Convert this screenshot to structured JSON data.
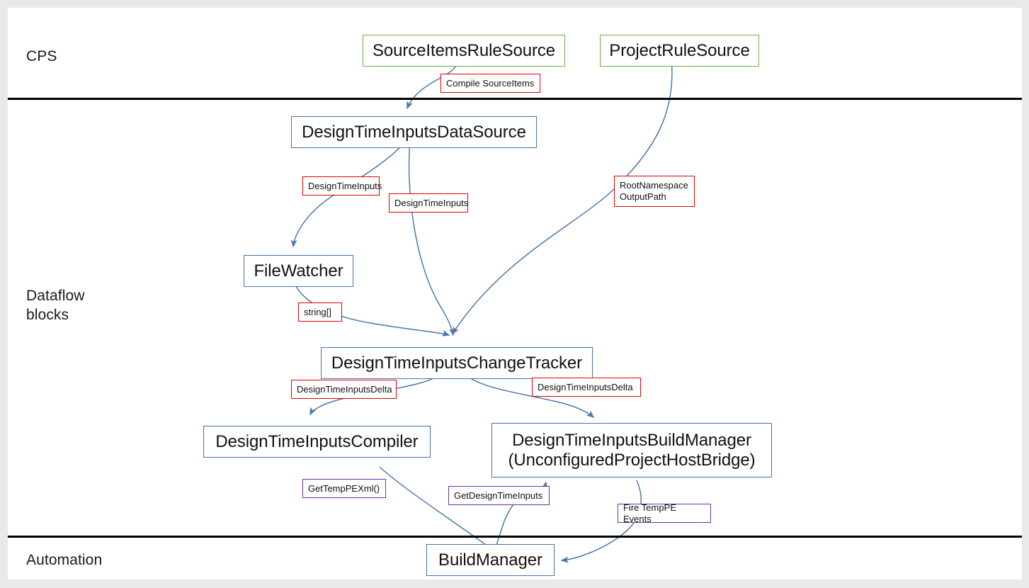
{
  "canvas": {
    "background": "#ffffff",
    "page_background": "#e9e9e9",
    "colors": {
      "node_blue": "#4472a8",
      "node_green": "#70ad47",
      "label_red": "#e00000",
      "label_purple": "#7030a0",
      "edge_blue": "#4a79ac",
      "divider_black": "#000000"
    }
  },
  "swimlanes": [
    {
      "id": "cps",
      "label": "CPS"
    },
    {
      "id": "dataflow",
      "label": "Dataflow\nblocks"
    },
    {
      "id": "automation",
      "label": "Automation"
    }
  ],
  "nodes": [
    {
      "id": "source-items-rule-source",
      "label": "SourceItemsRuleSource",
      "style": "green",
      "lane": "cps"
    },
    {
      "id": "project-rule-source",
      "label": "ProjectRuleSource",
      "style": "green",
      "lane": "cps"
    },
    {
      "id": "design-time-inputs-data-source",
      "label": "DesignTimeInputsDataSource",
      "style": "blue",
      "lane": "dataflow"
    },
    {
      "id": "file-watcher",
      "label": "FileWatcher",
      "style": "blue",
      "lane": "dataflow"
    },
    {
      "id": "design-time-inputs-change-tracker",
      "label": "DesignTimeInputsChangeTracker",
      "style": "blue",
      "lane": "dataflow"
    },
    {
      "id": "design-time-inputs-compiler",
      "label": "DesignTimeInputsCompiler",
      "style": "blue",
      "lane": "dataflow"
    },
    {
      "id": "design-time-inputs-build-manager",
      "label": "DesignTimeInputsBuildManager\n(UnconfiguredProjectHostBridge)",
      "style": "blue",
      "lane": "dataflow"
    },
    {
      "id": "build-manager",
      "label": "BuildManager",
      "style": "blue",
      "lane": "automation"
    }
  ],
  "edge_labels": [
    {
      "id": "compile-source-items",
      "text": "Compile SourceItems",
      "style": "red"
    },
    {
      "id": "design-time-inputs-1",
      "text": "DesignTimeInputs",
      "style": "red"
    },
    {
      "id": "design-time-inputs-2",
      "text": "DesignTimeInputs",
      "style": "red"
    },
    {
      "id": "root-namespace-output-path",
      "text": "RootNamespace\nOutputPath",
      "style": "red"
    },
    {
      "id": "string-array",
      "text": "string[]",
      "style": "red"
    },
    {
      "id": "design-time-inputs-delta-1",
      "text": "DesignTimeInputsDelta",
      "style": "red"
    },
    {
      "id": "design-time-inputs-delta-2",
      "text": "DesignTimeInputsDelta",
      "style": "red"
    },
    {
      "id": "get-temp-pe-xml",
      "text": "GetTempPEXml()",
      "style": "purple"
    },
    {
      "id": "get-design-time-inputs",
      "text": "GetDesignTimeInputs",
      "style": "purple"
    },
    {
      "id": "fire-temp-pe-events",
      "text": "Fire TempPE Events",
      "style": "purple"
    }
  ],
  "edges": [
    {
      "from": "source-items-rule-source",
      "to": "design-time-inputs-data-source",
      "label": "compile-source-items"
    },
    {
      "from": "project-rule-source",
      "to": "design-time-inputs-change-tracker",
      "label": "root-namespace-output-path"
    },
    {
      "from": "design-time-inputs-data-source",
      "to": "file-watcher",
      "label": "design-time-inputs-1"
    },
    {
      "from": "design-time-inputs-data-source",
      "to": "design-time-inputs-change-tracker",
      "label": "design-time-inputs-2"
    },
    {
      "from": "file-watcher",
      "to": "design-time-inputs-change-tracker",
      "label": "string-array"
    },
    {
      "from": "design-time-inputs-change-tracker",
      "to": "design-time-inputs-compiler",
      "label": "design-time-inputs-delta-1"
    },
    {
      "from": "design-time-inputs-change-tracker",
      "to": "design-time-inputs-build-manager",
      "label": "design-time-inputs-delta-2"
    },
    {
      "from": "design-time-inputs-compiler",
      "to": "build-manager",
      "label": "get-temp-pe-xml"
    },
    {
      "from": "build-manager",
      "to": "design-time-inputs-build-manager",
      "label": "get-design-time-inputs"
    },
    {
      "from": "design-time-inputs-build-manager",
      "to": "build-manager",
      "label": "fire-temp-pe-events"
    }
  ]
}
